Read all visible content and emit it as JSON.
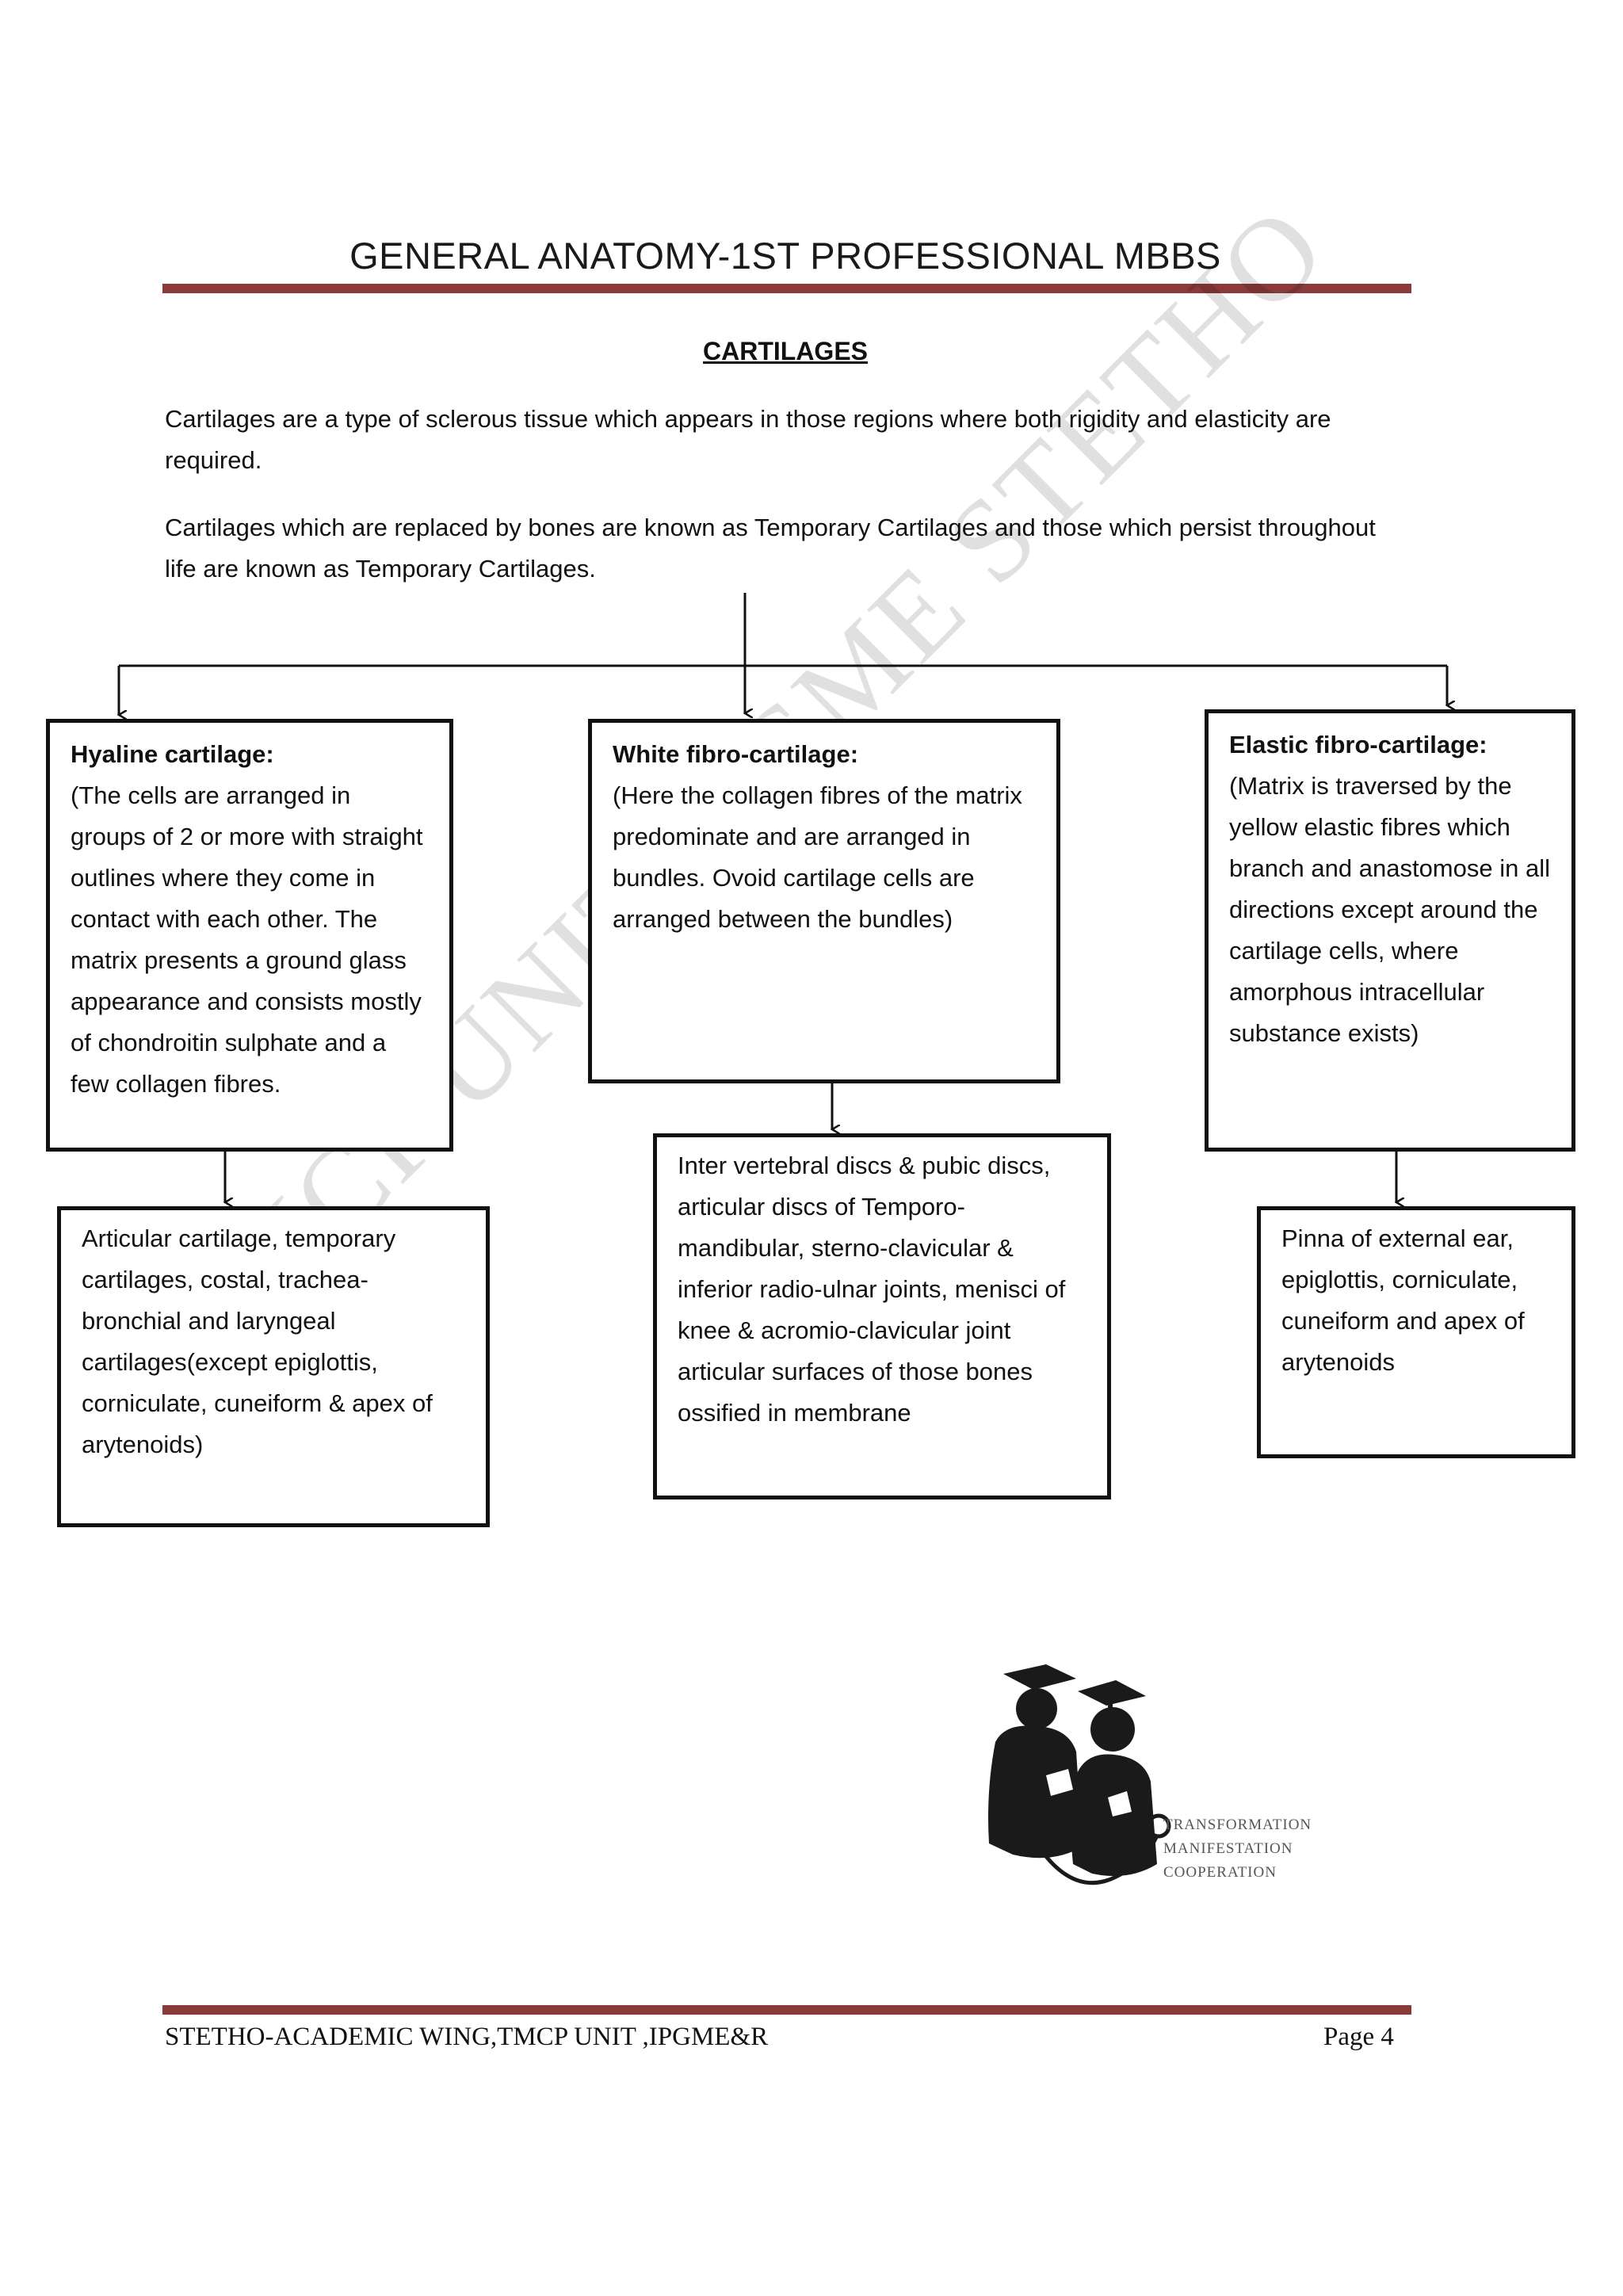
{
  "header": {
    "title": "GENERAL ANATOMY-1ST PROFESSIONAL MBBS"
  },
  "section": {
    "title": "CARTILAGES"
  },
  "intro": {
    "p1": "Cartilages are a type of sclerous tissue which appears in those regions where both rigidity and elasticity are required.",
    "p2": "Cartilages which are replaced by bones are known as Temporary Cartilages and those which persist throughout life are known as Temporary Cartilages."
  },
  "diagram": {
    "hyaline": {
      "title": "Hyaline cartilage:",
      "text": "(The cells are arranged in groups of 2 or more with straight outlines where they come in contact with each other. The matrix presents a ground glass appearance and consists mostly of chondroitin sulphate and a few collagen fibres.",
      "examples": "Articular cartilage, temporary cartilages, costal, trachea-bronchial and laryngeal cartilages(except epiglottis, corniculate, cuneiform & apex of arytenoids)"
    },
    "white": {
      "title": "White fibro-cartilage:",
      "text": "(Here the collagen fibres of the matrix predominate and are arranged in bundles. Ovoid cartilage cells are arranged between the bundles)",
      "examples": "Inter vertebral discs & pubic discs, articular discs of Temporo-mandibular, sterno-clavicular & inferior radio-ulnar joints, menisci of knee & acromio-clavicular joint articular surfaces of those bones ossified in membrane"
    },
    "elastic": {
      "title": "Elastic fibro-cartilage:",
      "text": "(Matrix is traversed by the yellow elastic fibres which branch and anastomose in all directions except around the cartilage cells, where amorphous intracellular substance exists)",
      "examples": "Pinna of external ear, epiglottis, corniculate, cuneiform and apex of arytenoids"
    }
  },
  "watermark": "TMCP UNIT IPGME STETHO",
  "logo": {
    "icon": "graduates-stethoscope-icon",
    "line1": "TRANSFORMATION",
    "line2": "MANIFESTATION",
    "line3": "COOPERATION"
  },
  "footer": {
    "left": "STETHO-ACADEMIC WING,TMCP UNIT ,IPGME&R",
    "right": "Page 4"
  },
  "colors": {
    "rule": "#8a3a3a",
    "border": "#111111"
  }
}
